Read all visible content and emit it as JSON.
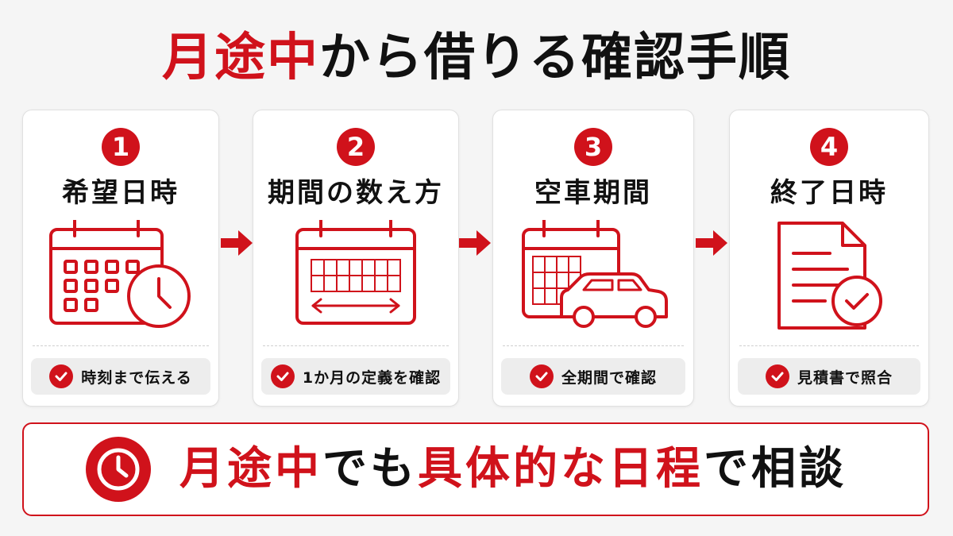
{
  "title": {
    "part_red": "月途中",
    "part_black": "から借りる確認手順"
  },
  "steps": [
    {
      "number": "1",
      "title": "希望日時",
      "icon": "calendar-clock-icon",
      "check_text": "時刻まで伝える"
    },
    {
      "number": "2",
      "title": "期間の数え方",
      "icon": "calendar-range-icon",
      "check_text": "1か月の定義を確認"
    },
    {
      "number": "3",
      "title": "空車期間",
      "icon": "calendar-car-icon",
      "check_text": "全期間で確認"
    },
    {
      "number": "4",
      "title": "終了日時",
      "icon": "document-check-icon",
      "check_text": "見積書で照合"
    }
  ],
  "banner": {
    "seg1": "月途中",
    "seg2": "でも",
    "seg3": "具体的な日程",
    "seg4": "で相談",
    "icon": "clock-icon"
  },
  "colors": {
    "accent": "#d0121b",
    "card_bg": "#ffffff",
    "pill_bg": "#ededed",
    "page_bg": "#f5f5f5"
  }
}
